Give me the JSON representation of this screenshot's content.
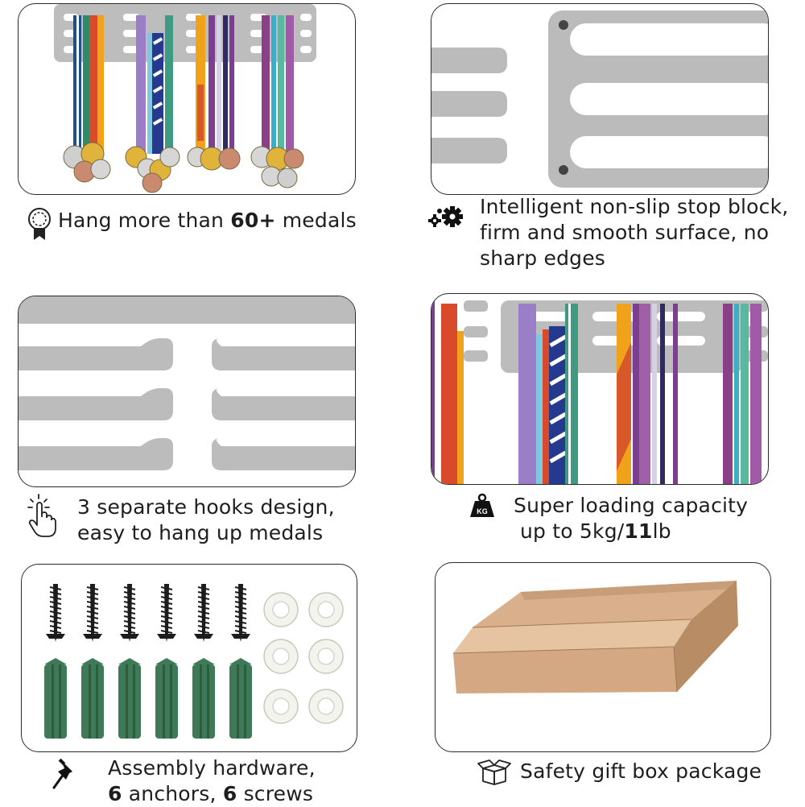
{
  "features": [
    {
      "icon": "medal-icon",
      "text_a": "Hang more than ",
      "text_b": "60+",
      "text_c": " medals"
    },
    {
      "icon": "gears-icon",
      "line1": "Intelligent non-slip stop block,",
      "line2": "firm and smooth surface, no",
      "line3": "sharp edges"
    },
    {
      "icon": "tap-hand-icon",
      "line1": "3 separate hooks design,",
      "line2": "easy to hang up medals"
    },
    {
      "icon": "kg-weight-icon",
      "line1": "Super loading capacity",
      "line2a": "up to 5kg/",
      "line2b": "11",
      "line2c": "lb",
      "weight_badge": "KG"
    },
    {
      "icon": "pushpin-icon",
      "line1": "Assembly hardware,",
      "line2a": "6",
      "line2b": " anchors, ",
      "line2c": "6",
      "line2d": " screws"
    },
    {
      "icon": "box-icon",
      "text": "Safety gift box package"
    }
  ],
  "colors": {
    "rack_gray": "#b9b9b9",
    "outline": "#2a2a2a",
    "box_kraft": "#d4ad88",
    "anchor_green": "#3f7a58",
    "screw_black": "#1c1c1c",
    "washer_white": "#f4f4ee"
  }
}
